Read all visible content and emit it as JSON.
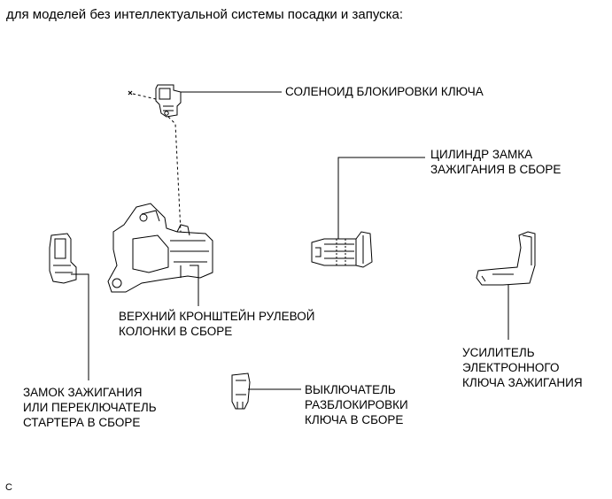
{
  "caption": "для моделей без интеллектуальной системы посадки и запуска:",
  "labels": {
    "solenoid": [
      "СОЛЕНОИД БЛОКИРОВКИ КЛЮЧА"
    ],
    "cylinder": [
      "ЦИЛИНДР ЗАМКА",
      "ЗАЖИГАНИЯ В СБОРЕ"
    ],
    "bracket": [
      "ВЕРХНИЙ КРОНШТЕЙН РУЛЕВОЙ",
      "КОЛОНКИ В СБОРЕ"
    ],
    "amplifier": [
      "УСИЛИТЕЛЬ",
      "ЭЛЕКТРОННОГО",
      "КЛЮЧА ЗАЖИГАНИЯ"
    ],
    "ignition_switch": [
      "ЗАМОК ЗАЖИГАНИЯ",
      "ИЛИ ПЕРЕКЛЮЧАТЕЛЬ",
      "СТАРТЕРА В СБОРЕ"
    ],
    "unlock_switch": [
      "ВЫКЛЮЧАТЕЛЬ",
      "РАЗБЛОКИРОВКИ",
      "КЛЮЧА В СБОРЕ"
    ]
  },
  "figure_code": "C"
}
